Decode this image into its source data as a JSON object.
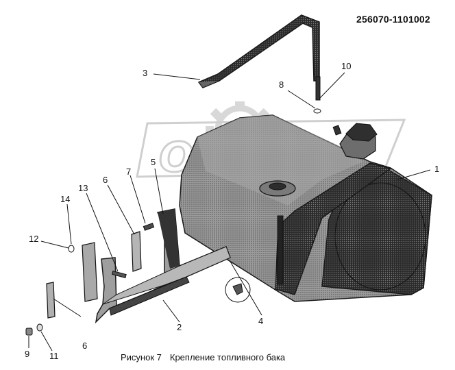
{
  "document": {
    "code": "256070-1101002",
    "caption_label": "Рисунок 7",
    "caption_title": "Крепление топливного бака"
  },
  "watermark": {
    "text": "ОРЕН",
    "icon": "gear-icon"
  },
  "callouts": [
    "1",
    "2",
    "3",
    "4",
    "5",
    "6",
    "6",
    "7",
    "8",
    "9",
    "10",
    "11",
    "12",
    "13",
    "14"
  ],
  "colors": {
    "line": "#1a1a1a",
    "tank_fill": "#8a8a8a",
    "strap_fill": "#3a3a3a",
    "watermark": "#d9d9d9"
  }
}
